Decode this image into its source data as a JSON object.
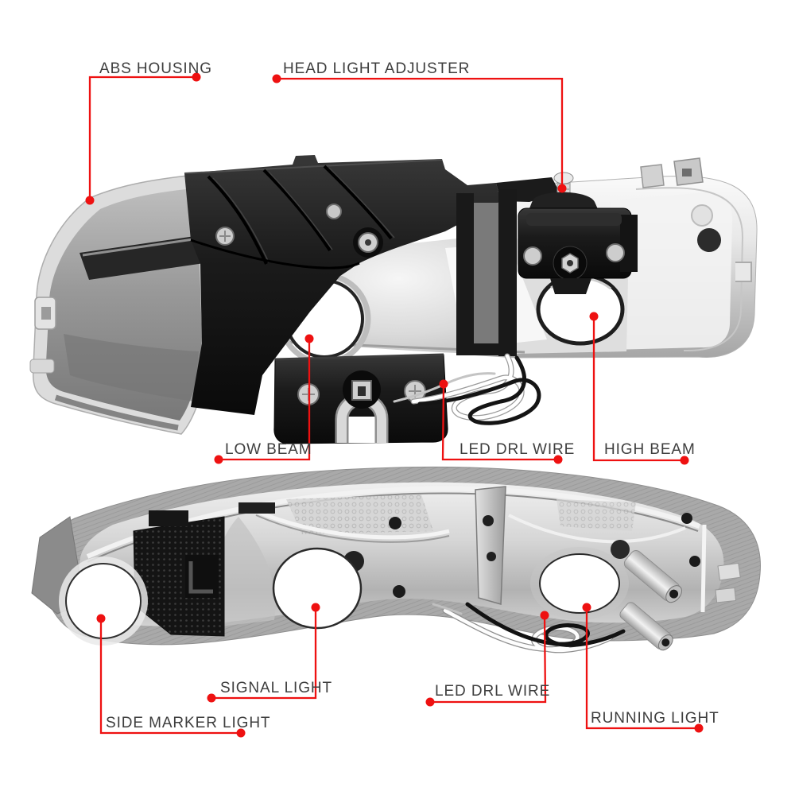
{
  "page": {
    "background_color": "#ffffff",
    "description_colors": {
      "leader_line": "#ee1111",
      "label_text": "#3e3e3e"
    }
  },
  "annotations": {
    "upper_headlight": [
      {
        "id": "abs-housing",
        "text": "ABS HOUSING"
      },
      {
        "id": "head-light-adjuster",
        "text": "HEAD LIGHT ADJUSTER"
      },
      {
        "id": "low-beam",
        "text": "LOW BEAM"
      },
      {
        "id": "led-drl-wire",
        "text": "LED DRL WIRE"
      },
      {
        "id": "high-beam",
        "text": "HIGH BEAM"
      }
    ],
    "lower_headlight": [
      {
        "id": "signal-light",
        "text": "SIGNAL LIGHT"
      },
      {
        "id": "led-drl-wire",
        "text": "LED DRL WIRE"
      },
      {
        "id": "side-marker-light",
        "text": "SIDE MARKER LIGHT"
      },
      {
        "id": "running-light",
        "text": "RUNNING LIGHT"
      }
    ]
  }
}
